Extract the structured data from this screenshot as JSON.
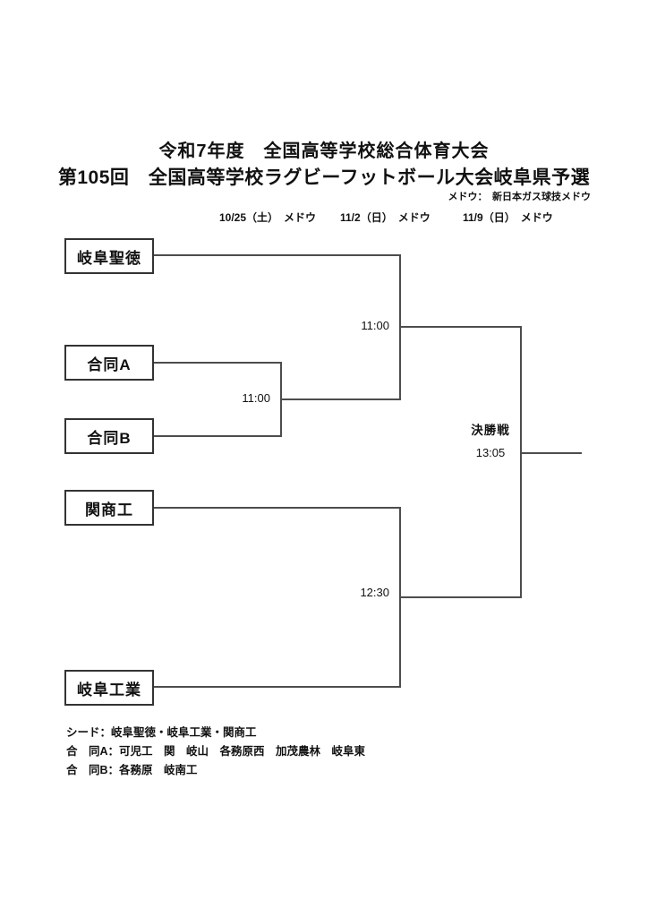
{
  "page": {
    "title_line1": "令和7年度　全国高等学校総合体育大会",
    "title_line2": "第105回　全国高等学校ラグビーフットボール大会岐阜県予選",
    "venue_note": "メドウ：　新日本ガス球技メドウ"
  },
  "schedule": {
    "round1_date": "10/25（土）　メドウ",
    "round2_date": "11/2（日）　メドウ",
    "final_date": "11/9（日）　メドウ"
  },
  "bracket": {
    "teams": [
      {
        "name": "岐阜聖徳"
      },
      {
        "name": "合同A"
      },
      {
        "name": "合同B"
      },
      {
        "name": "関商工"
      },
      {
        "name": "岐阜工業"
      }
    ],
    "matches": {
      "round1_time": "11:00",
      "semi_upper_time": "11:00",
      "semi_lower_time": "12:30",
      "final_label": "決勝戦",
      "final_time": "13:05"
    }
  },
  "notes": {
    "seed": "シード：岐阜聖徳・岐阜工業・関商工",
    "joint_a": "合　同A：可児工　関　岐山　各務原西　加茂農林　岐阜東",
    "joint_b": "合　同B：各務原　岐南工"
  },
  "colors": {
    "background": "#ffffff",
    "text": "#111111",
    "line": "#4d4d4d",
    "box_border": "#333333"
  }
}
